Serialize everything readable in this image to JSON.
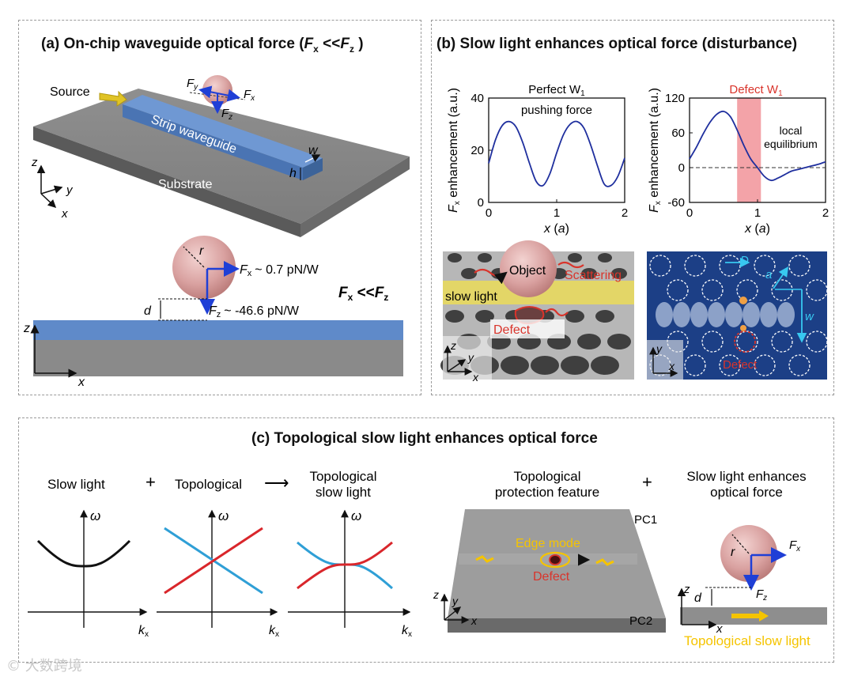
{
  "panel_a": {
    "title": "(a) On-chip waveguide optical force (F<sub>x</sub> <<F<sub>z</sub> )",
    "source": "Source",
    "strip_waveguide": "Strip waveguide",
    "substrate": "Substrate",
    "w": "w",
    "h": "h",
    "fy": "F",
    "fy_sub": "y",
    "fx": "F",
    "fx_sub": "x",
    "fz": "F",
    "fz_sub": "z",
    "r": "r",
    "d": "d",
    "fx_value": "~ 0.7 pN/W",
    "fz_value": "~ -46.6 pN/W",
    "fx_ll_fz": "F",
    "axis_x": "x",
    "axis_y": "y",
    "axis_z": "z"
  },
  "panel_b": {
    "title": "(b) Slow light enhances optical force (disturbance)",
    "object": "Object",
    "scattering": "Scattering",
    "slow_light": "slow light",
    "defect": "Defect",
    "defect2": "Defect",
    "D": "D",
    "a": "a",
    "w": "w",
    "axis_x": "x",
    "axis_y": "y",
    "axis_z": "z"
  },
  "panel_c": {
    "title": "(c) Topological slow light enhances optical force",
    "slow_light": "Slow light",
    "plus1": "+",
    "topological": "Topological",
    "arrow": "⟶",
    "topo_slow_1": "Topological",
    "topo_slow_2": "slow light",
    "topo_prot_1": "Topological",
    "topo_prot_2": "protection feature",
    "plus2": "+",
    "slow_enh_1": "Slow light enhances",
    "slow_enh_2": "optical force",
    "omega": "ω",
    "kx": "k",
    "kx_sub": "x",
    "pc1": "PC1",
    "pc2": "PC2",
    "edge_mode": "Edge mode",
    "defect": "Defect",
    "r": "r",
    "d": "d",
    "fx": "F",
    "fx_sub": "x",
    "fz": "F",
    "fz_sub": "z",
    "topo_slow_light": "Topological slow light",
    "axis_x": "x",
    "axis_y": "y",
    "axis_z": "z"
  },
  "watermark": "大数跨境",
  "colors": {
    "waveguide_blue": "#5a86c5",
    "sphere_pink": "#d9a6a6",
    "curve_blue": "#1f2f9e",
    "defect_red": "#d9342b",
    "band_cyan": "#2f9fd6",
    "band_red": "#d9262b",
    "yellow": "#f5c400",
    "pc_blue": "#1c3f86"
  },
  "chart_data": [
    {
      "type": "line",
      "title": "Perfect W1",
      "annotation": "pushing force",
      "xlabel": "x (a)",
      "ylabel": "Fx enhancement (a.u.)",
      "xlim": [
        0,
        2
      ],
      "ylim": [
        0,
        40
      ],
      "xticks": [
        "0",
        "1",
        "2"
      ],
      "yticks": [
        "0",
        "20",
        "40"
      ],
      "series": [
        {
          "x": [
            0.0,
            0.1,
            0.2,
            0.3,
            0.4,
            0.5,
            0.6,
            0.7,
            0.8,
            0.9,
            1.0,
            1.1,
            1.2,
            1.3,
            1.4,
            1.5,
            1.6,
            1.7,
            1.8,
            1.9,
            2.0
          ],
          "values": [
            15,
            24,
            29.5,
            31,
            29,
            23,
            15,
            8,
            6.5,
            11,
            19,
            26,
            30,
            31,
            28.5,
            22,
            14,
            7,
            6.5,
            10,
            17
          ]
        }
      ]
    },
    {
      "type": "line",
      "title": "Defect W1",
      "annotation": "local equilibrium",
      "xlabel": "x (a)",
      "ylabel": "Fx enhancement (a.u.)",
      "xlim": [
        0,
        2
      ],
      "ylim": [
        -60,
        120
      ],
      "xticks": [
        "0",
        "1",
        "2"
      ],
      "yticks": [
        "-60",
        "0",
        "60",
        "120"
      ],
      "highlight_x": [
        0.7,
        1.05
      ],
      "series": [
        {
          "x": [
            0.0,
            0.1,
            0.2,
            0.3,
            0.4,
            0.5,
            0.6,
            0.7,
            0.8,
            0.9,
            1.0,
            1.1,
            1.2,
            1.3,
            1.4,
            1.5,
            1.6,
            1.7,
            1.8,
            1.9,
            2.0
          ],
          "values": [
            15,
            35,
            58,
            78,
            92,
            97,
            88,
            65,
            38,
            15,
            0,
            -15,
            -22,
            -18,
            -12,
            -6,
            -3,
            0,
            3,
            6,
            10
          ]
        }
      ]
    }
  ]
}
